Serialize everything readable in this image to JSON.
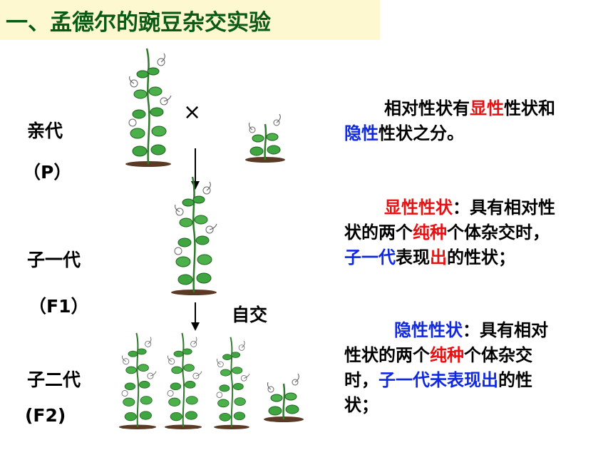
{
  "title": "一、孟德尔的豌豆杂交实验",
  "generations": {
    "p_name": "亲代",
    "p_code": "（P）",
    "f1_name": "子一代",
    "f1_code": "（F1）",
    "f2_name": "子二代",
    "f2_code": "(F2)"
  },
  "symbols": {
    "cross": "×",
    "selfing": "自交"
  },
  "paragraph1": {
    "a": "相对性状有",
    "b": "显性",
    "c": "性状和",
    "d": "隐性",
    "e": "性状之分。"
  },
  "paragraph2": {
    "a": "显性性状",
    "b": "：具有相对性状的两个",
    "c": "纯种",
    "d": "个体杂交时，",
    "e": "子一代",
    "f": "表现",
    "g": "出",
    "h": "的性状；"
  },
  "paragraph3": {
    "a": "隐性性状",
    "b": "：具有相对性状的两个",
    "c": "纯种",
    "d": "个体杂交时，",
    "e": "子一代未表现出",
    "f": "的性状；"
  },
  "colors": {
    "title": "#0a5a14",
    "title_bg": "#fdf8d0",
    "red": "#e81010",
    "blue": "#1028e0",
    "leaf": "#3fa540",
    "soil": "#5a3a24"
  },
  "icons": {
    "tall_plant": "tall-pea-plant-icon",
    "short_plant": "dwarf-pea-plant-icon"
  }
}
